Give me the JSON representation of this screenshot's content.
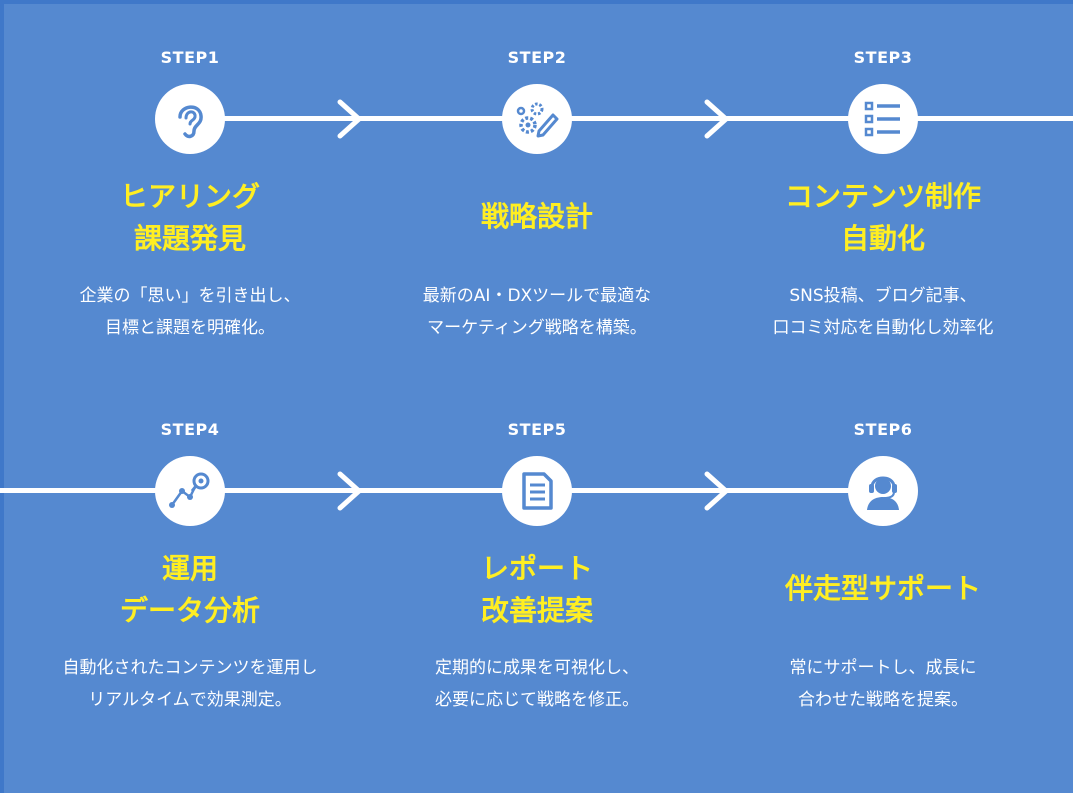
{
  "colors": {
    "background": "#5589d0",
    "title": "#ffee22",
    "text": "#ffffff",
    "icon": "#5589d0"
  },
  "steps": [
    {
      "label": "STEP1",
      "icon": "ear-icon",
      "title": "ヒアリング\n課題発見",
      "description": "企業の「思い」を引き出し、\n目標と課題を明確化。"
    },
    {
      "label": "STEP2",
      "icon": "gears-pencil-icon",
      "title": "戦略設計",
      "description": "最新のAI・DXツールで最適な\nマーケティング戦略を構築。"
    },
    {
      "label": "STEP3",
      "icon": "checklist-icon",
      "title": "コンテンツ制作\n自動化",
      "description": "SNS投稿、ブログ記事、\n口コミ対応を自動化し効率化"
    },
    {
      "label": "STEP4",
      "icon": "analytics-icon",
      "title": "運用\nデータ分析",
      "description": "自動化されたコンテンツを運用し\nリアルタイムで効果測定。"
    },
    {
      "label": "STEP5",
      "icon": "report-icon",
      "title": "レポート\n改善提案",
      "description": "定期的に成果を可視化し、\n必要に応じて戦略を修正。"
    },
    {
      "label": "STEP6",
      "icon": "support-headset-icon",
      "title": "伴走型サポート",
      "description": "常にサポートし、成長に\n合わせた戦略を提案。"
    }
  ]
}
